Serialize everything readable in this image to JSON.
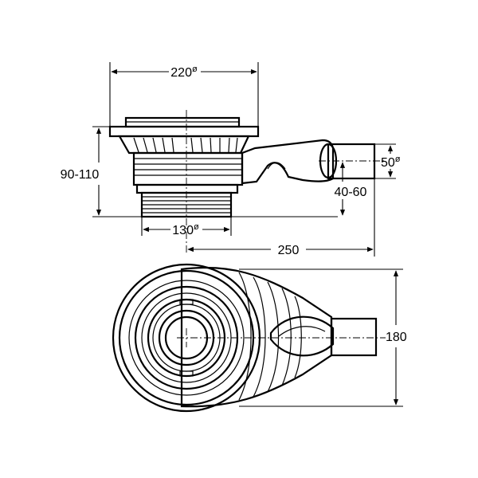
{
  "dimensions": {
    "top_diameter": "220",
    "top_diameter_symbol": "ø",
    "body_height": "90-110",
    "outlet_diameter": "50",
    "outlet_diameter_symbol": "ø",
    "outlet_height": "40-60",
    "thread_diameter": "130",
    "thread_diameter_symbol": "ø",
    "total_length": "250",
    "plan_width": "180"
  }
}
